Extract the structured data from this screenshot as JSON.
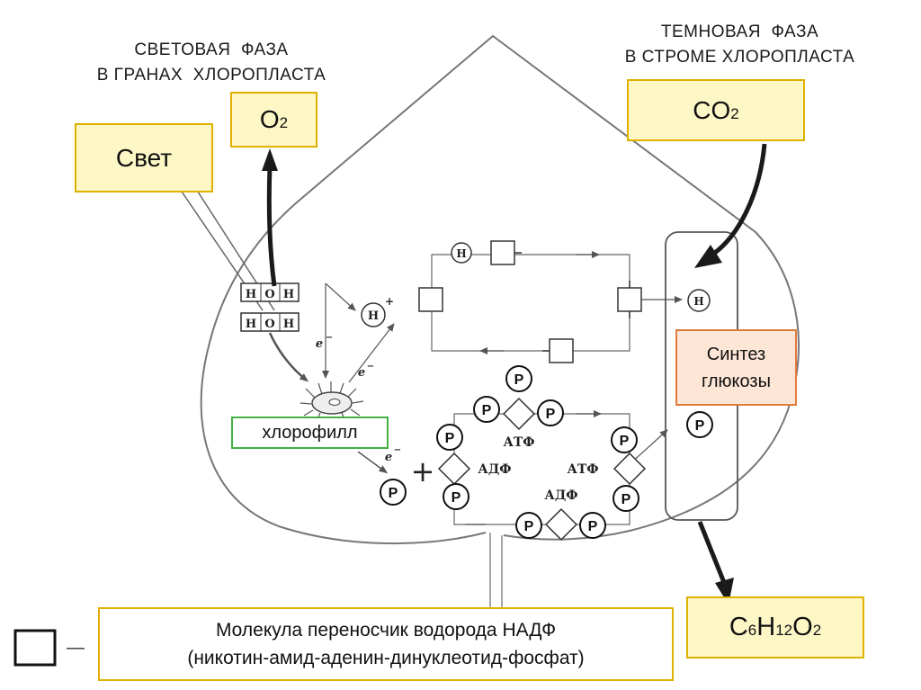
{
  "headings": {
    "light_phase": [
      "СВЕТОВАЯ  ФАЗА",
      "В ГРАНАХ  ХЛОРОПЛАСТА"
    ],
    "dark_phase": [
      "ТЕМНОВАЯ  ФАЗА",
      "В СТРОМЕ ХЛОРОПЛАСТА"
    ]
  },
  "boxes": {
    "light": "Свет",
    "oxygen": {
      "base": "O",
      "sub": "2"
    },
    "co2": {
      "base": "CO",
      "sub": "2"
    },
    "chlorophyll": "хлорофилл",
    "glucose_synthesis": [
      "Синтез",
      "глюкозы"
    ],
    "glucose": [
      {
        "base": "C",
        "sub": "6"
      },
      {
        "base": "H",
        "sub": "12"
      },
      {
        "base": "O",
        "sub": "2"
      }
    ]
  },
  "legend": {
    "description": [
      "Молекула переносчик водорода НАДФ",
      "(никотин-амид-аденин-динуклеотид-фосфат)"
    ],
    "dash": "—"
  },
  "diagram_labels": {
    "water_row_1": [
      "H",
      "O",
      "H"
    ],
    "water_row_2": [
      "H",
      "O",
      "H"
    ],
    "hydrogen_ion": "H",
    "plus_sign": "+",
    "electron": "e",
    "electron_charge": "−",
    "hydrogen": "H",
    "phosphate": "P",
    "atp": "АТФ",
    "adp": "АДФ",
    "plus": "+"
  },
  "colors": {
    "yellow_fill": "#fdf7c6",
    "yellow_border": "#e0b100",
    "green_border": "#43b043",
    "orange_fill": "#fde6d6",
    "orange_border": "#e07a3c",
    "outline": "#777777",
    "arrow": "#1a1a1a"
  }
}
